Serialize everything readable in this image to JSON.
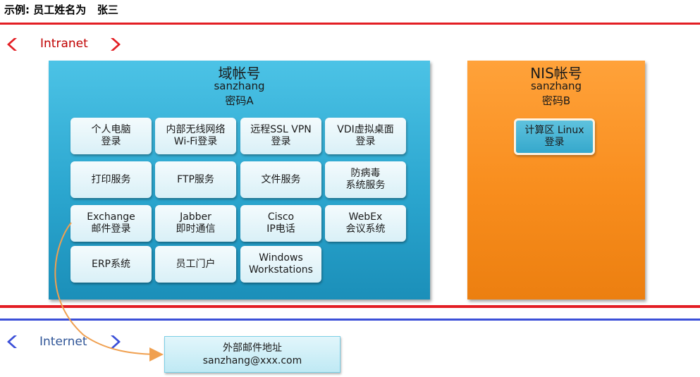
{
  "title": "示例: 员工姓名为   张三",
  "zones": {
    "intranet": "Intranet",
    "internet": "Internet"
  },
  "domain_account": {
    "title": "域帐号",
    "username": "sanzhang",
    "password": "密码A",
    "services": [
      [
        "个人电脑",
        "登录"
      ],
      [
        "内部无线网络",
        "Wi-Fi登录"
      ],
      [
        "远程SSL VPN",
        "登录"
      ],
      [
        "VDI虚拟桌面",
        "登录"
      ],
      [
        "打印服务"
      ],
      [
        "FTP服务"
      ],
      [
        "文件服务"
      ],
      [
        "防病毒",
        "系统服务"
      ],
      [
        "Exchange",
        "邮件登录"
      ],
      [
        "Jabber",
        "即时通信"
      ],
      [
        "Cisco",
        "IP电话"
      ],
      [
        "WebEx",
        "会议系统"
      ],
      [
        "ERP系统"
      ],
      [
        "员工门户"
      ],
      [
        "Windows",
        "Workstations"
      ]
    ]
  },
  "nis_account": {
    "title": "NIS帐号",
    "username": "sanzhang",
    "password": "密码B",
    "service": [
      "计算区 Linux",
      "登录"
    ]
  },
  "external_mail": {
    "label": "外部邮件地址",
    "address": "sanzhang@xxx.com"
  },
  "colors": {
    "red_line": "#e31e24",
    "blue_line": "#3b4fd8",
    "domain_panel": "#2ba6cf",
    "nis_panel": "#f88d1d",
    "arrow": "#f0a050"
  }
}
